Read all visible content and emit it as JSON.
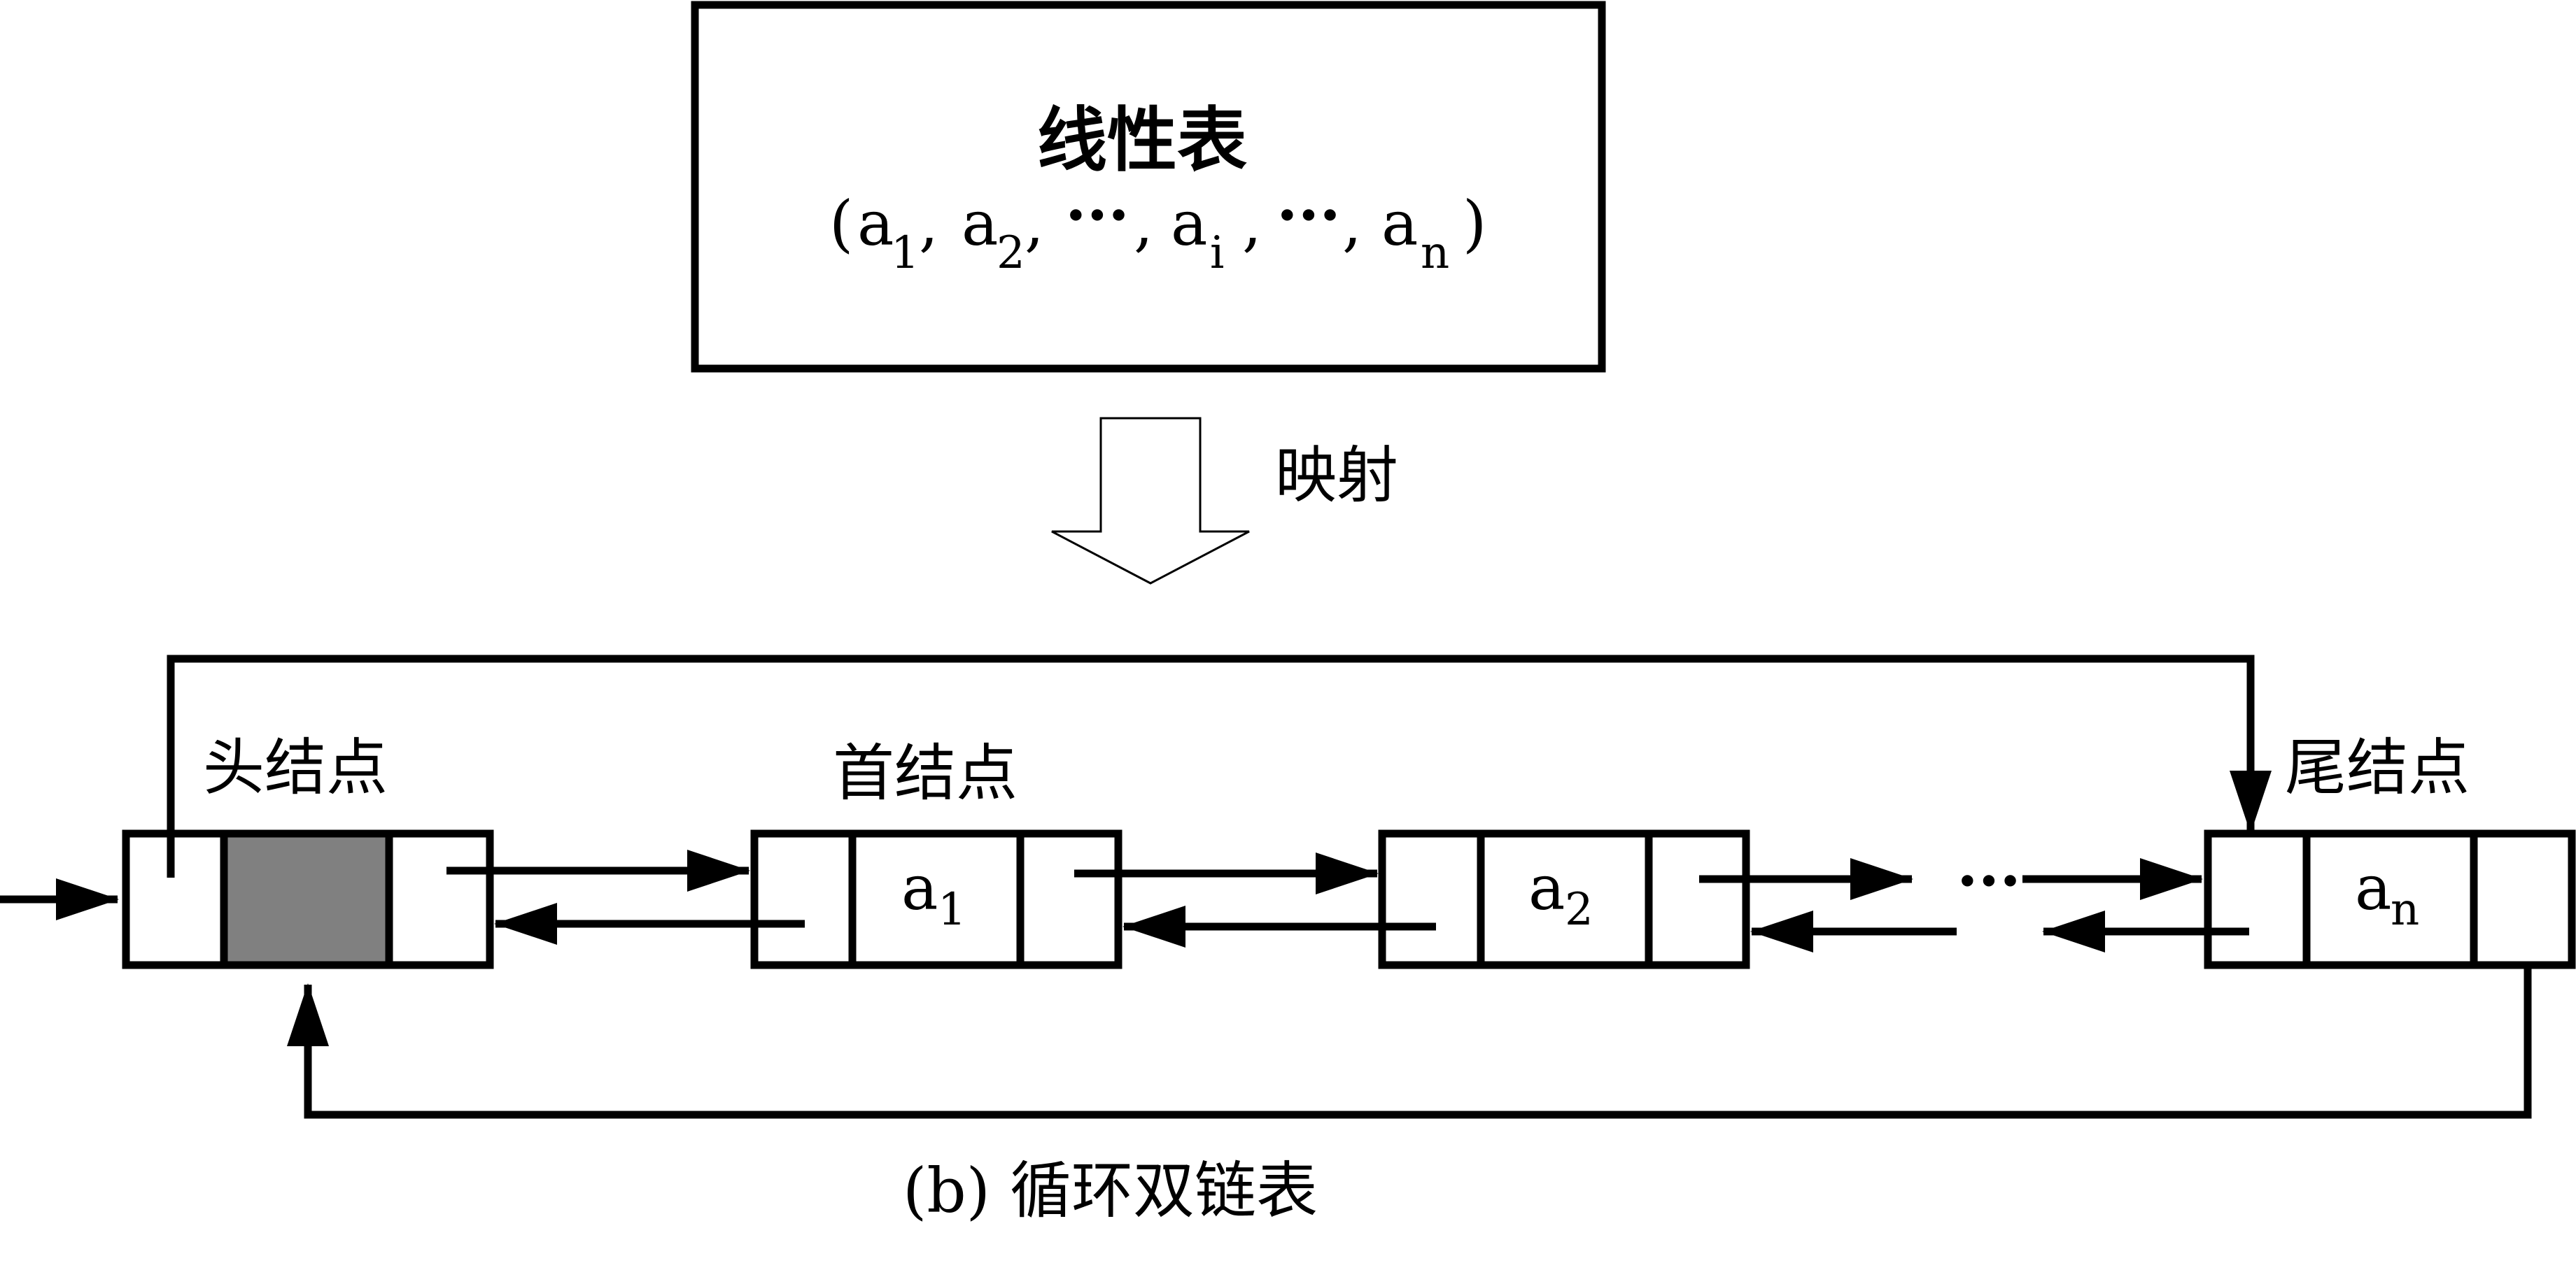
{
  "linear_list": {
    "title": "线性表",
    "seq": {
      "open": "(",
      "e1": "a",
      "e1_sub": "1",
      "e2": "a",
      "e2_sub": "2",
      "ellipsis1": "···",
      "ei": "a",
      "ei_sub": "i",
      "ellipsis2": "···",
      "en": "a",
      "en_sub": "n",
      "close": ")",
      "comma": ","
    }
  },
  "mapping_label": "映射",
  "nodes": {
    "head_label": "头结点",
    "first_label": "首结点",
    "tail_label": "尾结点",
    "a1": "a",
    "a1_sub": "1",
    "a2": "a",
    "a2_sub": "2",
    "an": "a",
    "an_sub": "n",
    "gap_ellipsis": "···"
  },
  "caption": "(b) 循环双链表",
  "colors": {
    "line": "#000000",
    "head_data_fill": "#808080",
    "background": "#ffffff"
  }
}
